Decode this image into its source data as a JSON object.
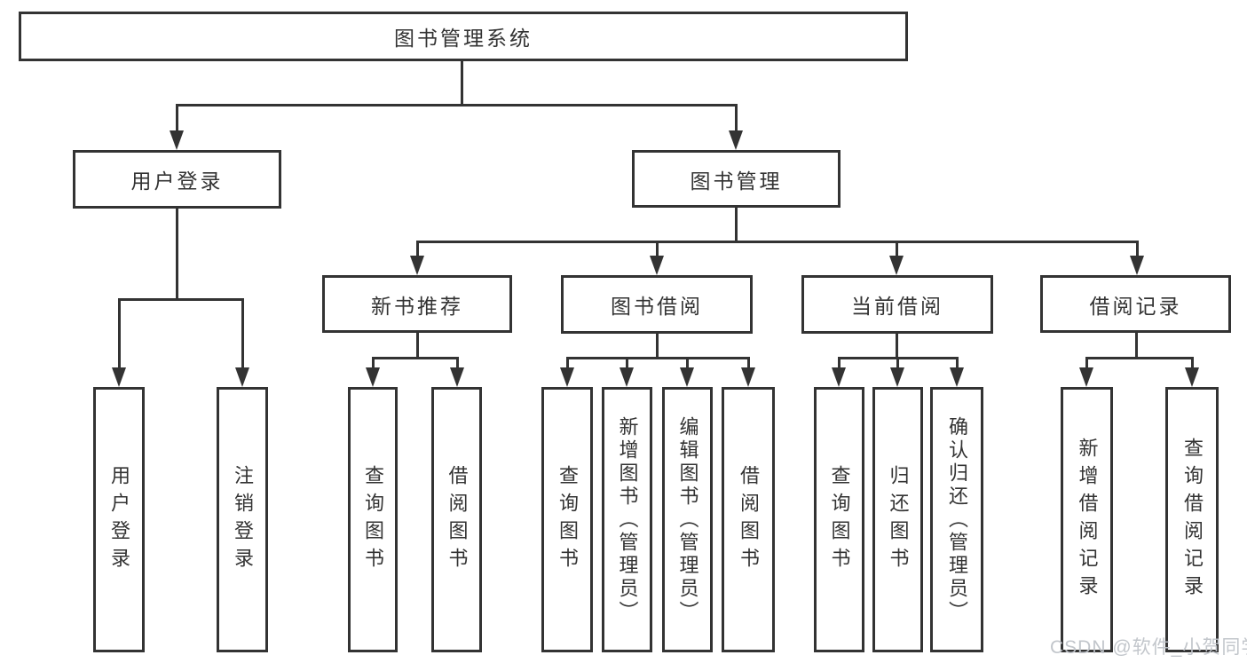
{
  "diagram_title": "图书管理系统",
  "tree": {
    "label": "图书管理系统",
    "children": [
      {
        "label": "用户登录",
        "children": [
          {
            "label": "用户登录"
          },
          {
            "label": "注销登录"
          }
        ]
      },
      {
        "label": "图书管理",
        "children": [
          {
            "label": "新书推荐",
            "children": [
              {
                "label": "查询图书"
              },
              {
                "label": "借阅图书"
              }
            ]
          },
          {
            "label": "图书借阅",
            "children": [
              {
                "label": "查询图书"
              },
              {
                "label": "新增图书（管理员）"
              },
              {
                "label": "编辑图书（管理员）"
              },
              {
                "label": "借阅图书"
              }
            ]
          },
          {
            "label": "当前借阅",
            "children": [
              {
                "label": "查询图书"
              },
              {
                "label": "归还图书"
              },
              {
                "label": "确认归还（管理员）"
              }
            ]
          },
          {
            "label": "借阅记录",
            "children": [
              {
                "label": "新增借阅记录"
              },
              {
                "label": "查询借阅记录"
              }
            ]
          }
        ]
      }
    ]
  },
  "watermark": {
    "text": "CSDN @软件_小贺同学"
  },
  "colors": {
    "line": "#333333",
    "text": "#333333",
    "box_background": "#ffffff",
    "watermark": "#bfc3c9",
    "background": "#ffffff"
  }
}
